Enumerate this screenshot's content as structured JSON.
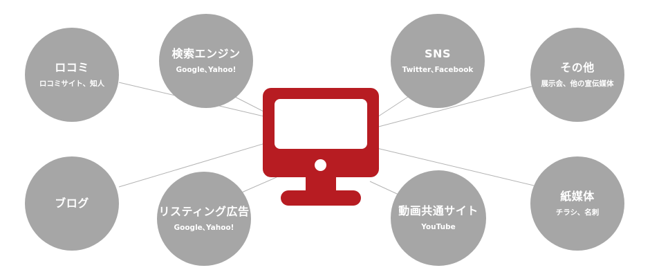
{
  "hub": {
    "icon": "computer-monitor-icon",
    "color": "#b71c22"
  },
  "node_color": "#a6a6a6",
  "nodes": {
    "kuchikomi": {
      "title": "ロコミ",
      "sub": "ロコミサイト、知人"
    },
    "search": {
      "title": "検索エンジン",
      "sub": "Google､Yahoo!"
    },
    "sns": {
      "title": "SNS",
      "sub": "Twitter､Facebook"
    },
    "other": {
      "title": "その他",
      "sub": "展示会、他の宣伝媒体"
    },
    "blog": {
      "title": "ブログ",
      "sub": ""
    },
    "listing": {
      "title": "リスティング広告",
      "sub": "Google､Yahoo!"
    },
    "video": {
      "title": "動画共通サイト",
      "sub": "YouTube"
    },
    "paper": {
      "title": "紙媒体",
      "sub": "チラシ、名刺"
    }
  }
}
